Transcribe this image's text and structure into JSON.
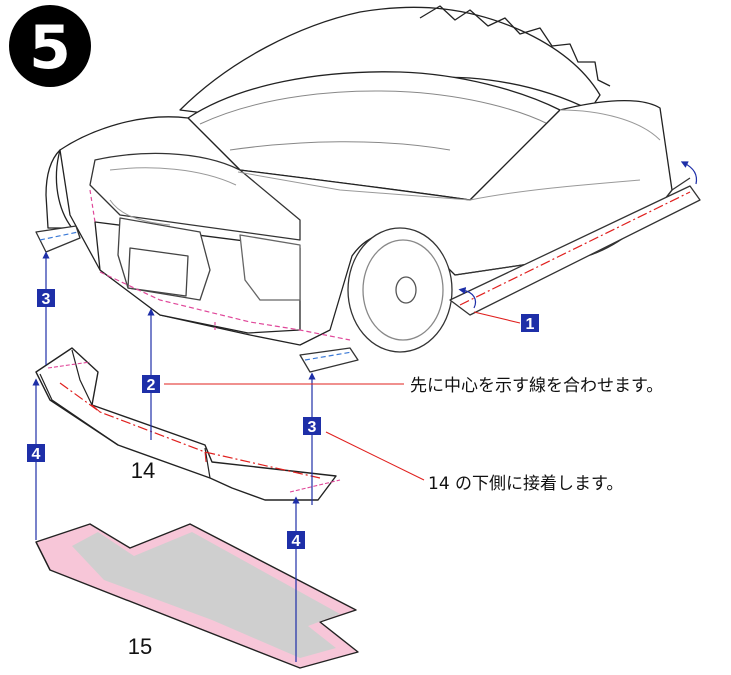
{
  "step": {
    "number": "5"
  },
  "callouts": {
    "c1": "1",
    "c2": "2",
    "c3a": "3",
    "c3b": "3",
    "c4a": "4",
    "c4b": "4"
  },
  "notes": {
    "center_line": "先に中心を示す線を合わせます。",
    "glue_under": "14 の下側に接着します。"
  },
  "parts": {
    "p14": "14",
    "p15": "15"
  },
  "colors": {
    "marker_fill": "#1e2fa8",
    "leader_red": "#e0201e",
    "dash_pink": "#e0489a",
    "dash_blue": "#3a79d6",
    "part15_pink": "#f7c6d8",
    "part15_gray": "#cfcfcf"
  }
}
